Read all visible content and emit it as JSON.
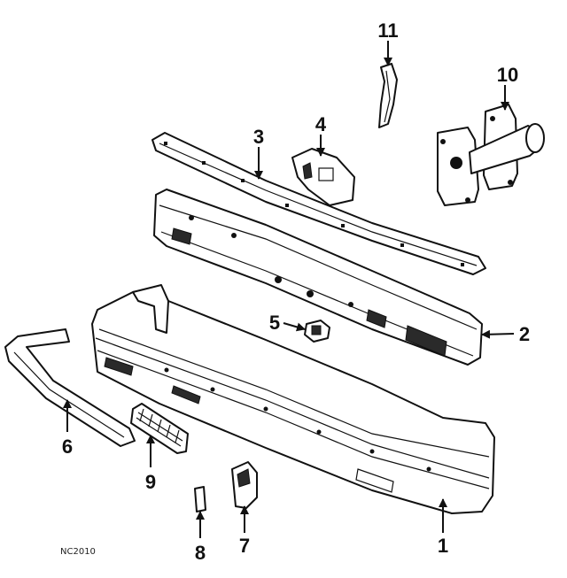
{
  "diagram": {
    "code": "NC2010",
    "callouts": [
      {
        "id": "1",
        "label": "1"
      },
      {
        "id": "2",
        "label": "2"
      },
      {
        "id": "3",
        "label": "3"
      },
      {
        "id": "4",
        "label": "4"
      },
      {
        "id": "5",
        "label": "5"
      },
      {
        "id": "6",
        "label": "6"
      },
      {
        "id": "7",
        "label": "7"
      },
      {
        "id": "8",
        "label": "8"
      },
      {
        "id": "9",
        "label": "9"
      },
      {
        "id": "10",
        "label": "10"
      },
      {
        "id": "11",
        "label": "11"
      }
    ]
  }
}
